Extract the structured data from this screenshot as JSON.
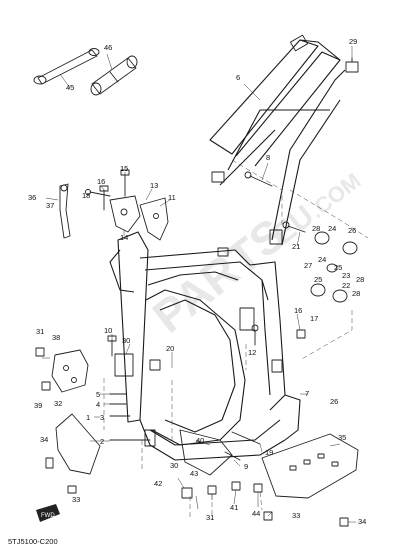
{
  "watermark": {
    "line1": "PARTS",
    "line2": "EU",
    "line3": ".COM"
  },
  "drawing_code": "5TJ5100-C200",
  "fwd_badge": "FWD",
  "callouts": [
    {
      "id": "45",
      "text": "45"
    },
    {
      "id": "46",
      "text": "46"
    },
    {
      "id": "6",
      "text": "6"
    },
    {
      "id": "29",
      "text": "29"
    },
    {
      "id": "8",
      "text": "8"
    },
    {
      "id": "36",
      "text": "36"
    },
    {
      "id": "37",
      "text": "37"
    },
    {
      "id": "16",
      "text": "16"
    },
    {
      "id": "15",
      "text": "15"
    },
    {
      "id": "13",
      "text": "13"
    },
    {
      "id": "11",
      "text": "11"
    },
    {
      "id": "18",
      "text": "18"
    },
    {
      "id": "14",
      "text": "14"
    },
    {
      "id": "21",
      "text": "21"
    },
    {
      "id": "28a",
      "text": "28"
    },
    {
      "id": "24a",
      "text": "24"
    },
    {
      "id": "26a",
      "text": "26"
    },
    {
      "id": "27",
      "text": "27"
    },
    {
      "id": "24b",
      "text": "24"
    },
    {
      "id": "25a",
      "text": "25"
    },
    {
      "id": "23",
      "text": "23"
    },
    {
      "id": "25b",
      "text": "25"
    },
    {
      "id": "28b",
      "text": "28"
    },
    {
      "id": "22",
      "text": "22"
    },
    {
      "id": "28c",
      "text": "28"
    },
    {
      "id": "31a",
      "text": "31"
    },
    {
      "id": "38",
      "text": "38"
    },
    {
      "id": "10",
      "text": "10"
    },
    {
      "id": "30a",
      "text": "30"
    },
    {
      "id": "20",
      "text": "20"
    },
    {
      "id": "16b",
      "text": "16"
    },
    {
      "id": "17",
      "text": "17"
    },
    {
      "id": "12",
      "text": "12"
    },
    {
      "id": "39",
      "text": "39"
    },
    {
      "id": "5",
      "text": "5"
    },
    {
      "id": "4",
      "text": "4"
    },
    {
      "id": "7",
      "text": "7"
    },
    {
      "id": "26b",
      "text": "26"
    },
    {
      "id": "1",
      "text": "1"
    },
    {
      "id": "3",
      "text": "3"
    },
    {
      "id": "32",
      "text": "32"
    },
    {
      "id": "2",
      "text": "2"
    },
    {
      "id": "40",
      "text": "40"
    },
    {
      "id": "19",
      "text": "19"
    },
    {
      "id": "35",
      "text": "35"
    },
    {
      "id": "34a",
      "text": "34"
    },
    {
      "id": "9",
      "text": "9"
    },
    {
      "id": "30b",
      "text": "30"
    },
    {
      "id": "43",
      "text": "43"
    },
    {
      "id": "42",
      "text": "42"
    },
    {
      "id": "41",
      "text": "41"
    },
    {
      "id": "33a",
      "text": "33"
    },
    {
      "id": "31b",
      "text": "31"
    },
    {
      "id": "44",
      "text": "44"
    },
    {
      "id": "33b",
      "text": "33"
    },
    {
      "id": "34b",
      "text": "34"
    }
  ]
}
